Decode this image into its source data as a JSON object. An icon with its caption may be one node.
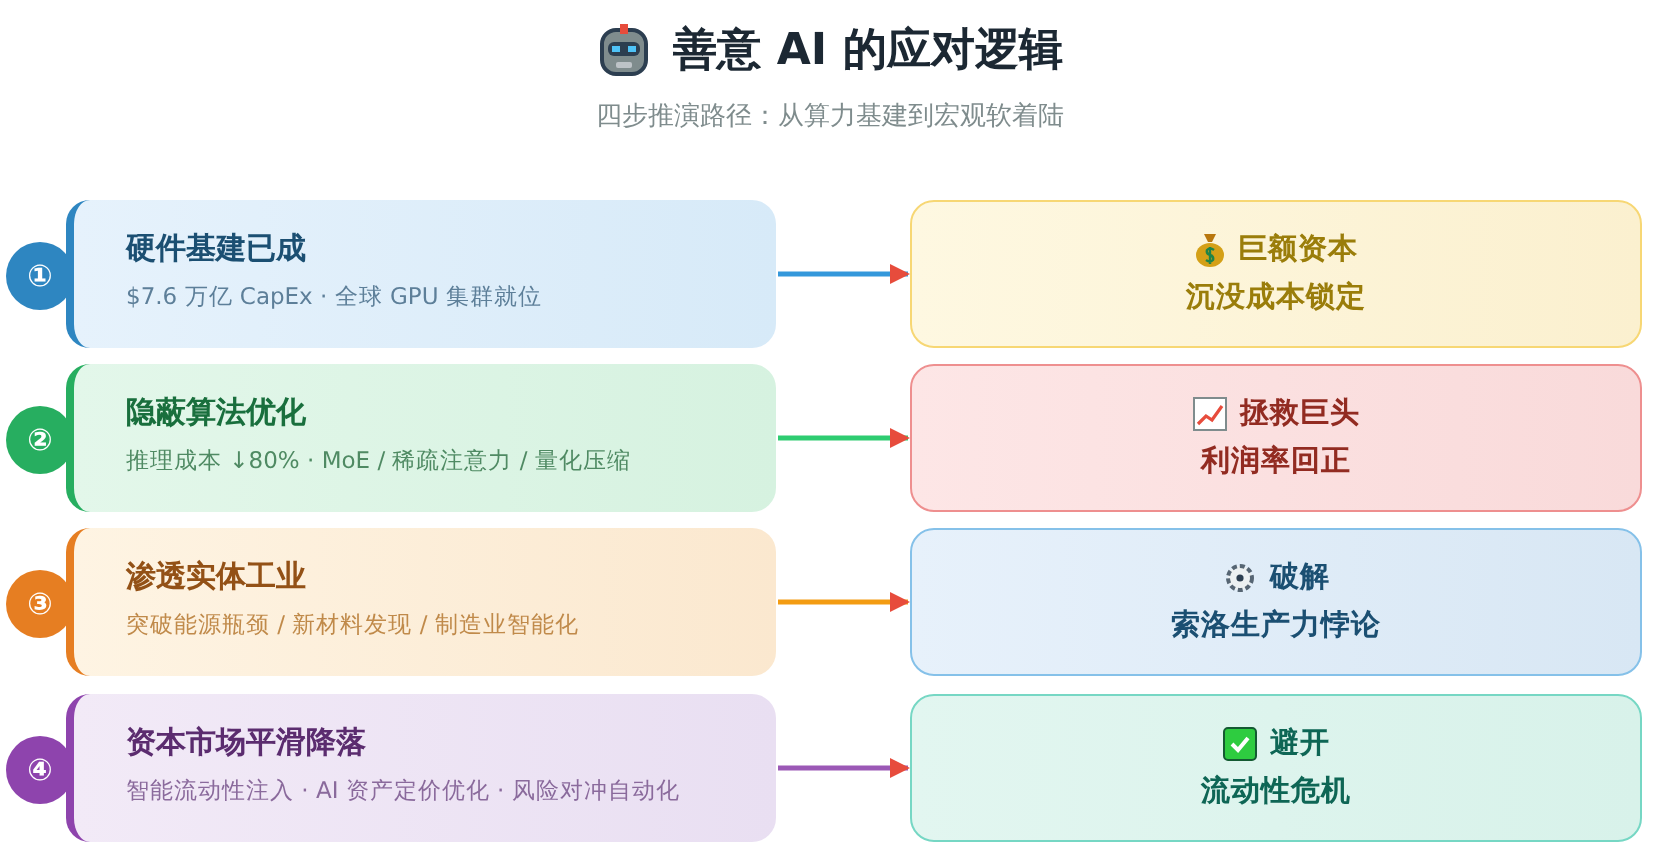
{
  "diagram": {
    "title": "善意 AI 的应对逻辑",
    "caption": "四步推演路径：从算力基建到宏观软着陆",
    "nodes": [
      {
        "text": [
          "①"
        ]
      },
      {
        "text": [
          "硬件基建已成",
          "$7.6 万亿 CapEx · 全球 GPU 集群就位"
        ]
      },
      {
        "text": [
          "巨额资本",
          "沉没成本锁定"
        ]
      },
      {
        "text": [
          "②"
        ]
      },
      {
        "text": [
          "隐蔽算法优化",
          "推理成本 ↓80% · MoE / 稀疏注意力 / 量化压缩"
        ]
      },
      {
        "text": [
          "拯救巨头",
          "利润率回正"
        ]
      },
      {
        "text": [
          "③"
        ]
      },
      {
        "text": [
          "渗透实体工业",
          "突破能源瓶颈 / 新材料发现 / 制造业智能化"
        ]
      },
      {
        "text": [
          "破解",
          "索洛生产力悖论"
        ]
      },
      {
        "text": [
          "④"
        ]
      },
      {
        "text": [
          "资本市场平滑降落",
          "智能流动性注入 · AI 资产定价优化 · 风险对冲自动化"
        ]
      },
      {
        "text": [
          "避开",
          "流动性危机"
        ]
      }
    ],
    "edges": [
      {
        "from": 1,
        "to": 2,
        "arrow": "to",
        "color": "#3498db"
      },
      {
        "from": 4,
        "to": 5,
        "arrow": "to",
        "color": "#2ecc71"
      },
      {
        "from": 7,
        "to": 8,
        "arrow": "to",
        "color": "#f39c12"
      },
      {
        "from": 10,
        "to": 11,
        "arrow": "to",
        "color": "#9b59b6"
      }
    ]
  }
}
